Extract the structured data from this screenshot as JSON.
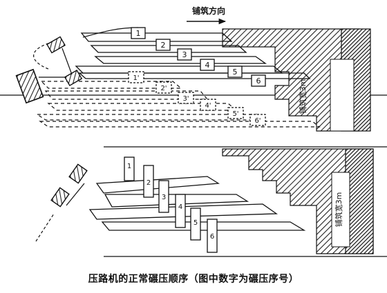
{
  "direction_label": "铺筑方向",
  "top_width_label": "铺筑宽3m",
  "bottom_width_label": "铺筑宽3m",
  "top_passes_solid": [
    "1",
    "2",
    "3",
    "4",
    "5",
    "6"
  ],
  "top_passes_dashed": [
    "1'",
    "2'",
    "3'",
    "4'",
    "5'",
    "6'"
  ],
  "bottom_passes": [
    "1",
    "2",
    "3",
    "4",
    "5",
    "6"
  ],
  "caption": "压路机的正常碾压顺序（图中数字为碾压序号）"
}
